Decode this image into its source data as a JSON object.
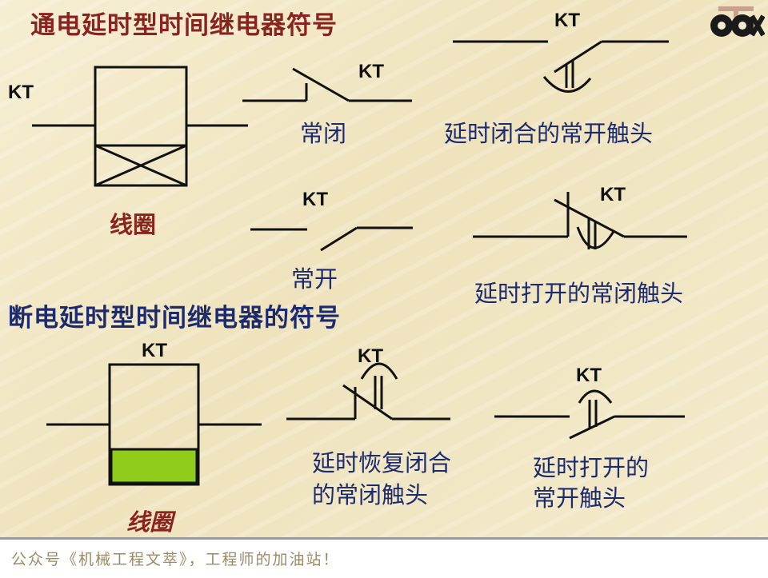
{
  "headings": {
    "on_delay": "通电延时型时间继电器符号",
    "off_delay": "断电延时型时间继电器的符号"
  },
  "symbols": {
    "coil_label_kt": "KT",
    "coil_caption": "线圈",
    "nc_contact_kt": "KT",
    "nc_contact_caption": "常闭",
    "no_contact_kt": "KT",
    "no_contact_caption": "常开",
    "delay_close_no_kt": "KT",
    "delay_close_no_caption": "延时闭合的常开触头",
    "delay_open_nc_kt": "KT",
    "delay_open_nc_caption": "延时打开的常闭触头",
    "off_coil_kt": "KT",
    "off_coil_caption": "线圈",
    "off_nc_kt": "KT",
    "off_nc_caption_line1": "延时恢复闭合",
    "off_nc_caption_line2": "的常闭触头",
    "off_no_kt": "KT",
    "off_no_caption_line1": "延时打开的",
    "off_no_caption_line2": "常开触头"
  },
  "footer": {
    "text": "公众号《机械工程文萃》，工程师的加油站！"
  },
  "colors": {
    "coil_fill_green": "#8fcc1a",
    "line_black": "#111111",
    "heading_red": "#8a2320",
    "label_blue": "#1c2a6e"
  },
  "icons": {
    "logo": "gear-cross-logo-icon"
  }
}
